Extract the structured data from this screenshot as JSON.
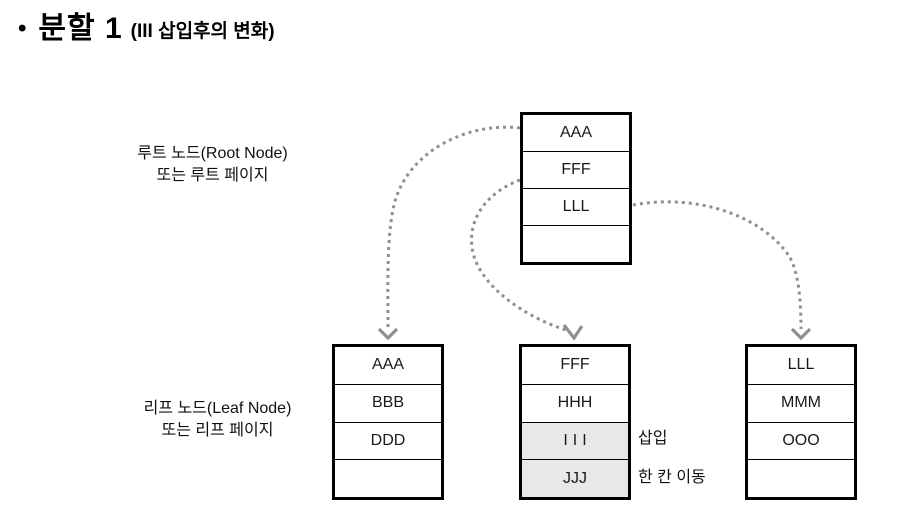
{
  "title": {
    "bullet": "•",
    "main": "분할 1",
    "sub": "(III 삽입후의 변화)"
  },
  "root": {
    "label_line1": "루트 노드(Root Node)",
    "label_line2": "또는 루트 페이지",
    "cells": [
      "AAA",
      "FFF",
      "LLL",
      ""
    ]
  },
  "leaf": {
    "label_line1": "리프 노드(Leaf Node)",
    "label_line2": "또는 리프 페이지",
    "left": {
      "cells": [
        "AAA",
        "BBB",
        "DDD",
        ""
      ]
    },
    "middle": {
      "cells": [
        "FFF",
        "HHH",
        "III",
        "JJJ"
      ],
      "shaded_rows": "III, JJJ"
    },
    "right": {
      "cells": [
        "LLL",
        "MMM",
        "OOO",
        ""
      ]
    }
  },
  "annotations": {
    "insert_label": "삽입",
    "move_label": "한 칸 이동"
  },
  "colors": {
    "background": "#ffffff",
    "box_border": "#000000",
    "shaded_cell": "#e8e8e8",
    "arrow": "#8f8f8f",
    "text": "#000000"
  }
}
